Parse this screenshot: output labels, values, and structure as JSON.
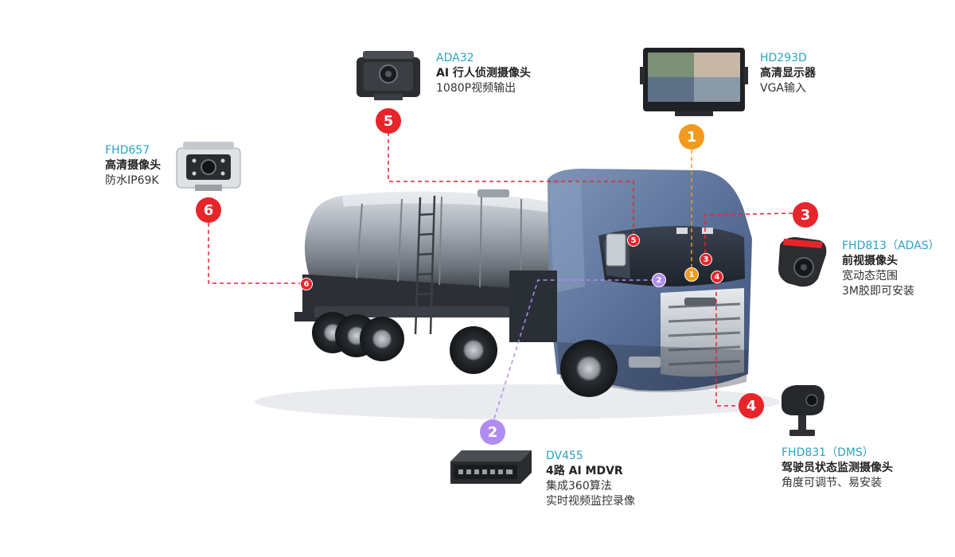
{
  "colors": {
    "model_text": "#2ba3c4",
    "red": "#e8242b",
    "orange": "#f29a1e",
    "purple": "#b18cf0"
  },
  "devices": {
    "ada32": {
      "model": "ADA32",
      "name": "AI 行人侦测摄像头",
      "desc": [
        "1080P视频输出"
      ],
      "number": "5"
    },
    "hd293d": {
      "model": "HD293D",
      "name": "高清显示器",
      "desc": [
        "VGA输入"
      ],
      "number": "1"
    },
    "fhd657": {
      "model": "FHD657",
      "name": "高清摄像头",
      "desc": [
        "防水IP69K"
      ],
      "number": "6"
    },
    "fhd813": {
      "model": "FHD813（ADAS）",
      "name": "前视摄像头",
      "desc": [
        "宽动态范围",
        "3M胶即可安装"
      ],
      "number": "3"
    },
    "fhd831": {
      "model": "FHD831（DMS）",
      "name": "驾驶员状态监测摄像头",
      "desc": [
        "角度可调节、易安装"
      ],
      "number": "4"
    },
    "dv455": {
      "model": "DV455",
      "name": "4路 AI MDVR",
      "desc": [
        "集成360算法",
        "实时视频监控录像"
      ],
      "number": "2"
    }
  }
}
